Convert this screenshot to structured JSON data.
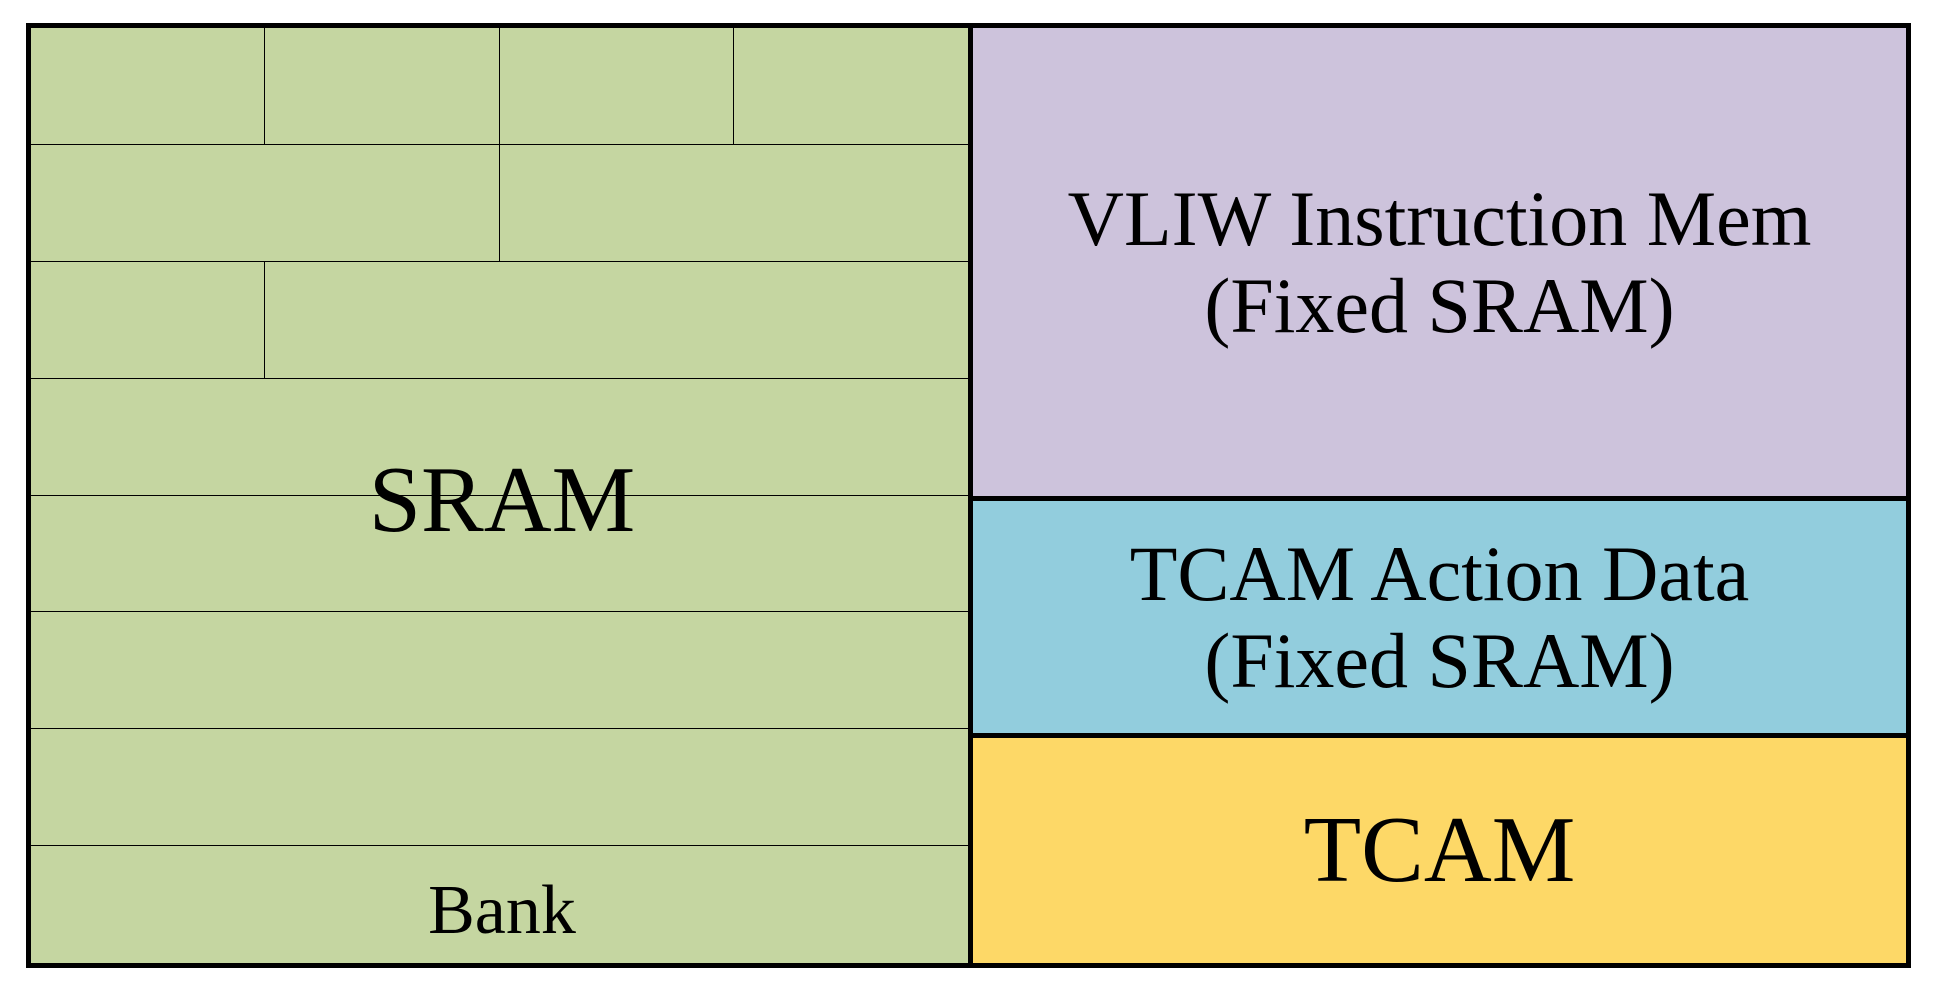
{
  "colors": {
    "sram": "#C5D6A1",
    "vliw": "#CDC3DC",
    "action": "#92CDDD",
    "tcam": "#FDD867",
    "border": "#000000"
  },
  "sram": {
    "label": "SRAM",
    "bank_label": "Bank",
    "row_splits": [
      4,
      2,
      2,
      1,
      1,
      1,
      1,
      1
    ]
  },
  "vliw": {
    "line1": "VLIW Instruction Mem",
    "line2": "(Fixed SRAM)"
  },
  "action_data": {
    "line1": "TCAM Action Data",
    "line2": "(Fixed SRAM)"
  },
  "tcam": {
    "label": "TCAM"
  }
}
